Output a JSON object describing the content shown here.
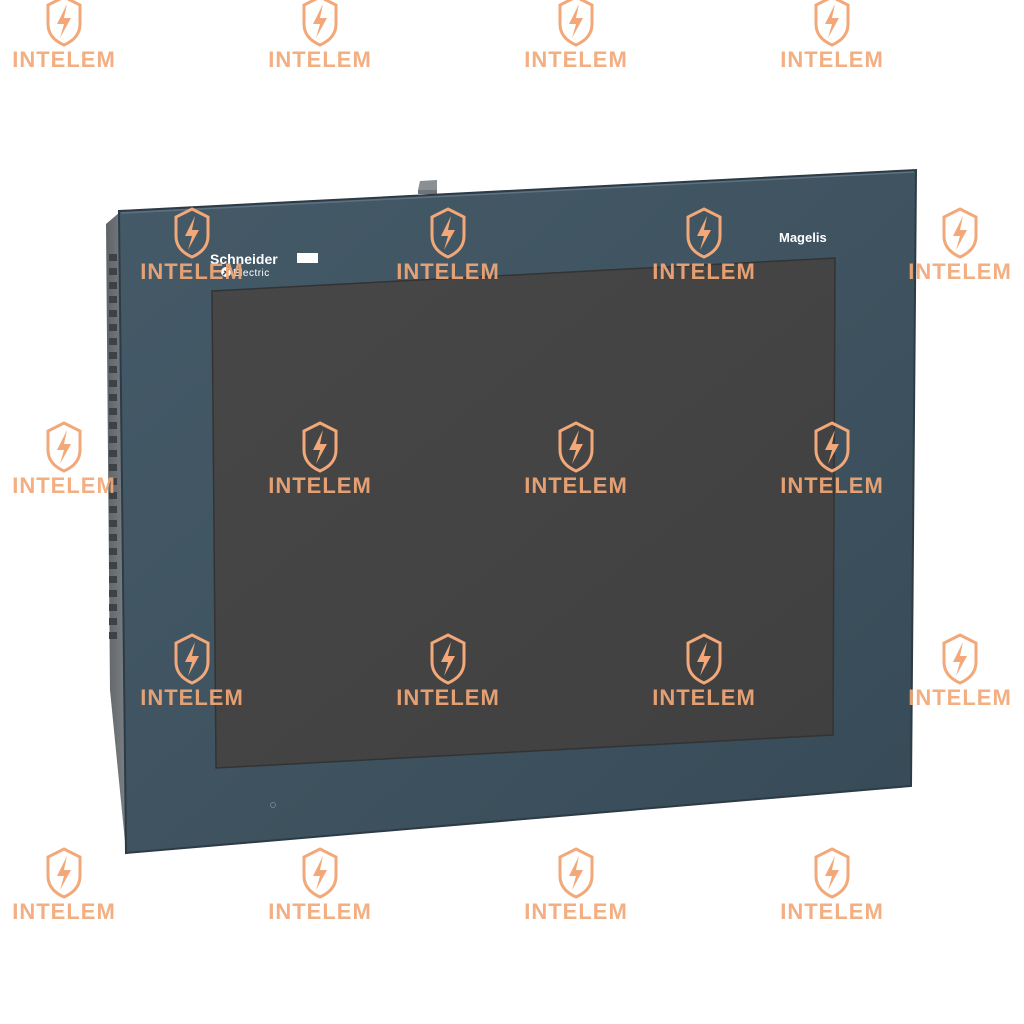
{
  "device": {
    "brand_name": "Schneider",
    "brand_sub": "Electric",
    "model": "Magelis",
    "icons": [
      "schneider-logo-icon",
      "led-indicator-icon"
    ]
  },
  "watermark": {
    "text": "INTELEM",
    "icon": "lightning-shield-icon",
    "color": "#f2a878"
  },
  "colors": {
    "bezel": "#3f5360",
    "screen": "#454545",
    "housing": "#6f7478"
  }
}
